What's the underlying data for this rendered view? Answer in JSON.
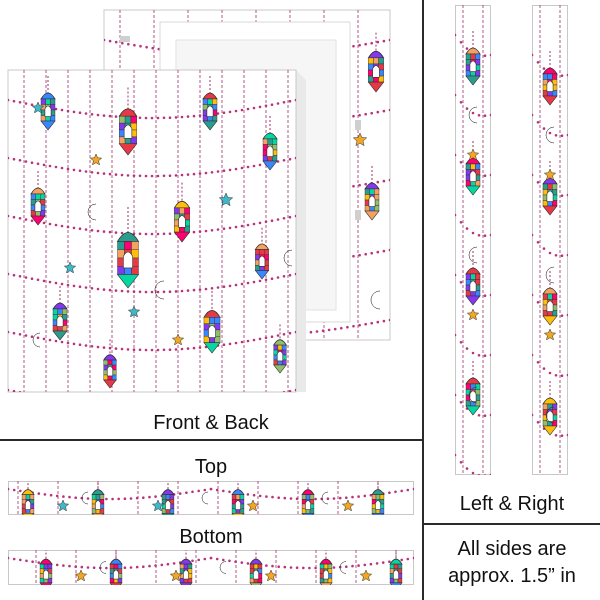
{
  "captions": {
    "front_back": "Front & Back",
    "top": "Top",
    "bottom": "Bottom",
    "left_right": "Left & Right",
    "note_line1": "All sides are",
    "note_line2": "approx. 1.5” in"
  },
  "colors": {
    "chain": "#a0306a",
    "bead": "#b8337a",
    "outline": "#2d2d2d",
    "star": "#3fb8c8",
    "star_alt": "#f2a623",
    "moon": "#e8922c",
    "divider": "#2a2a2a",
    "panel_shadow": "#c8c8c8",
    "mosaic": [
      "#e63946",
      "#f4a261",
      "#2a9d8f",
      "#3a86ff",
      "#8338ec",
      "#ffbe0b",
      "#06d6a0",
      "#ff006e",
      "#90be6d"
    ]
  },
  "icons": {
    "lantern": "lantern-icon",
    "star": "star-icon",
    "moon": "crescent-moon-icon"
  }
}
